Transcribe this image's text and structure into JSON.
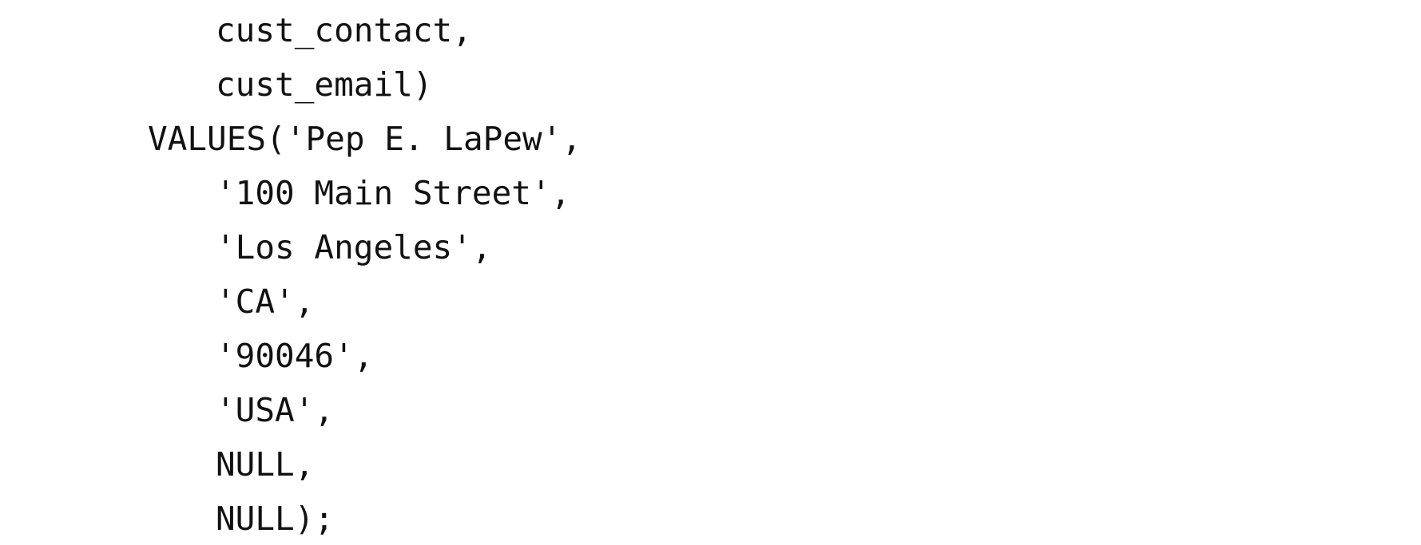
{
  "document": {
    "code_lines": [
      "cust_contact,",
      "cust_email)",
      "VALUES('Pep E. LaPew',",
      "'100 Main Street',",
      "'Los Angeles',",
      "'CA',",
      "'90046',",
      "'USA',",
      "NULL,",
      "NULL);"
    ]
  }
}
